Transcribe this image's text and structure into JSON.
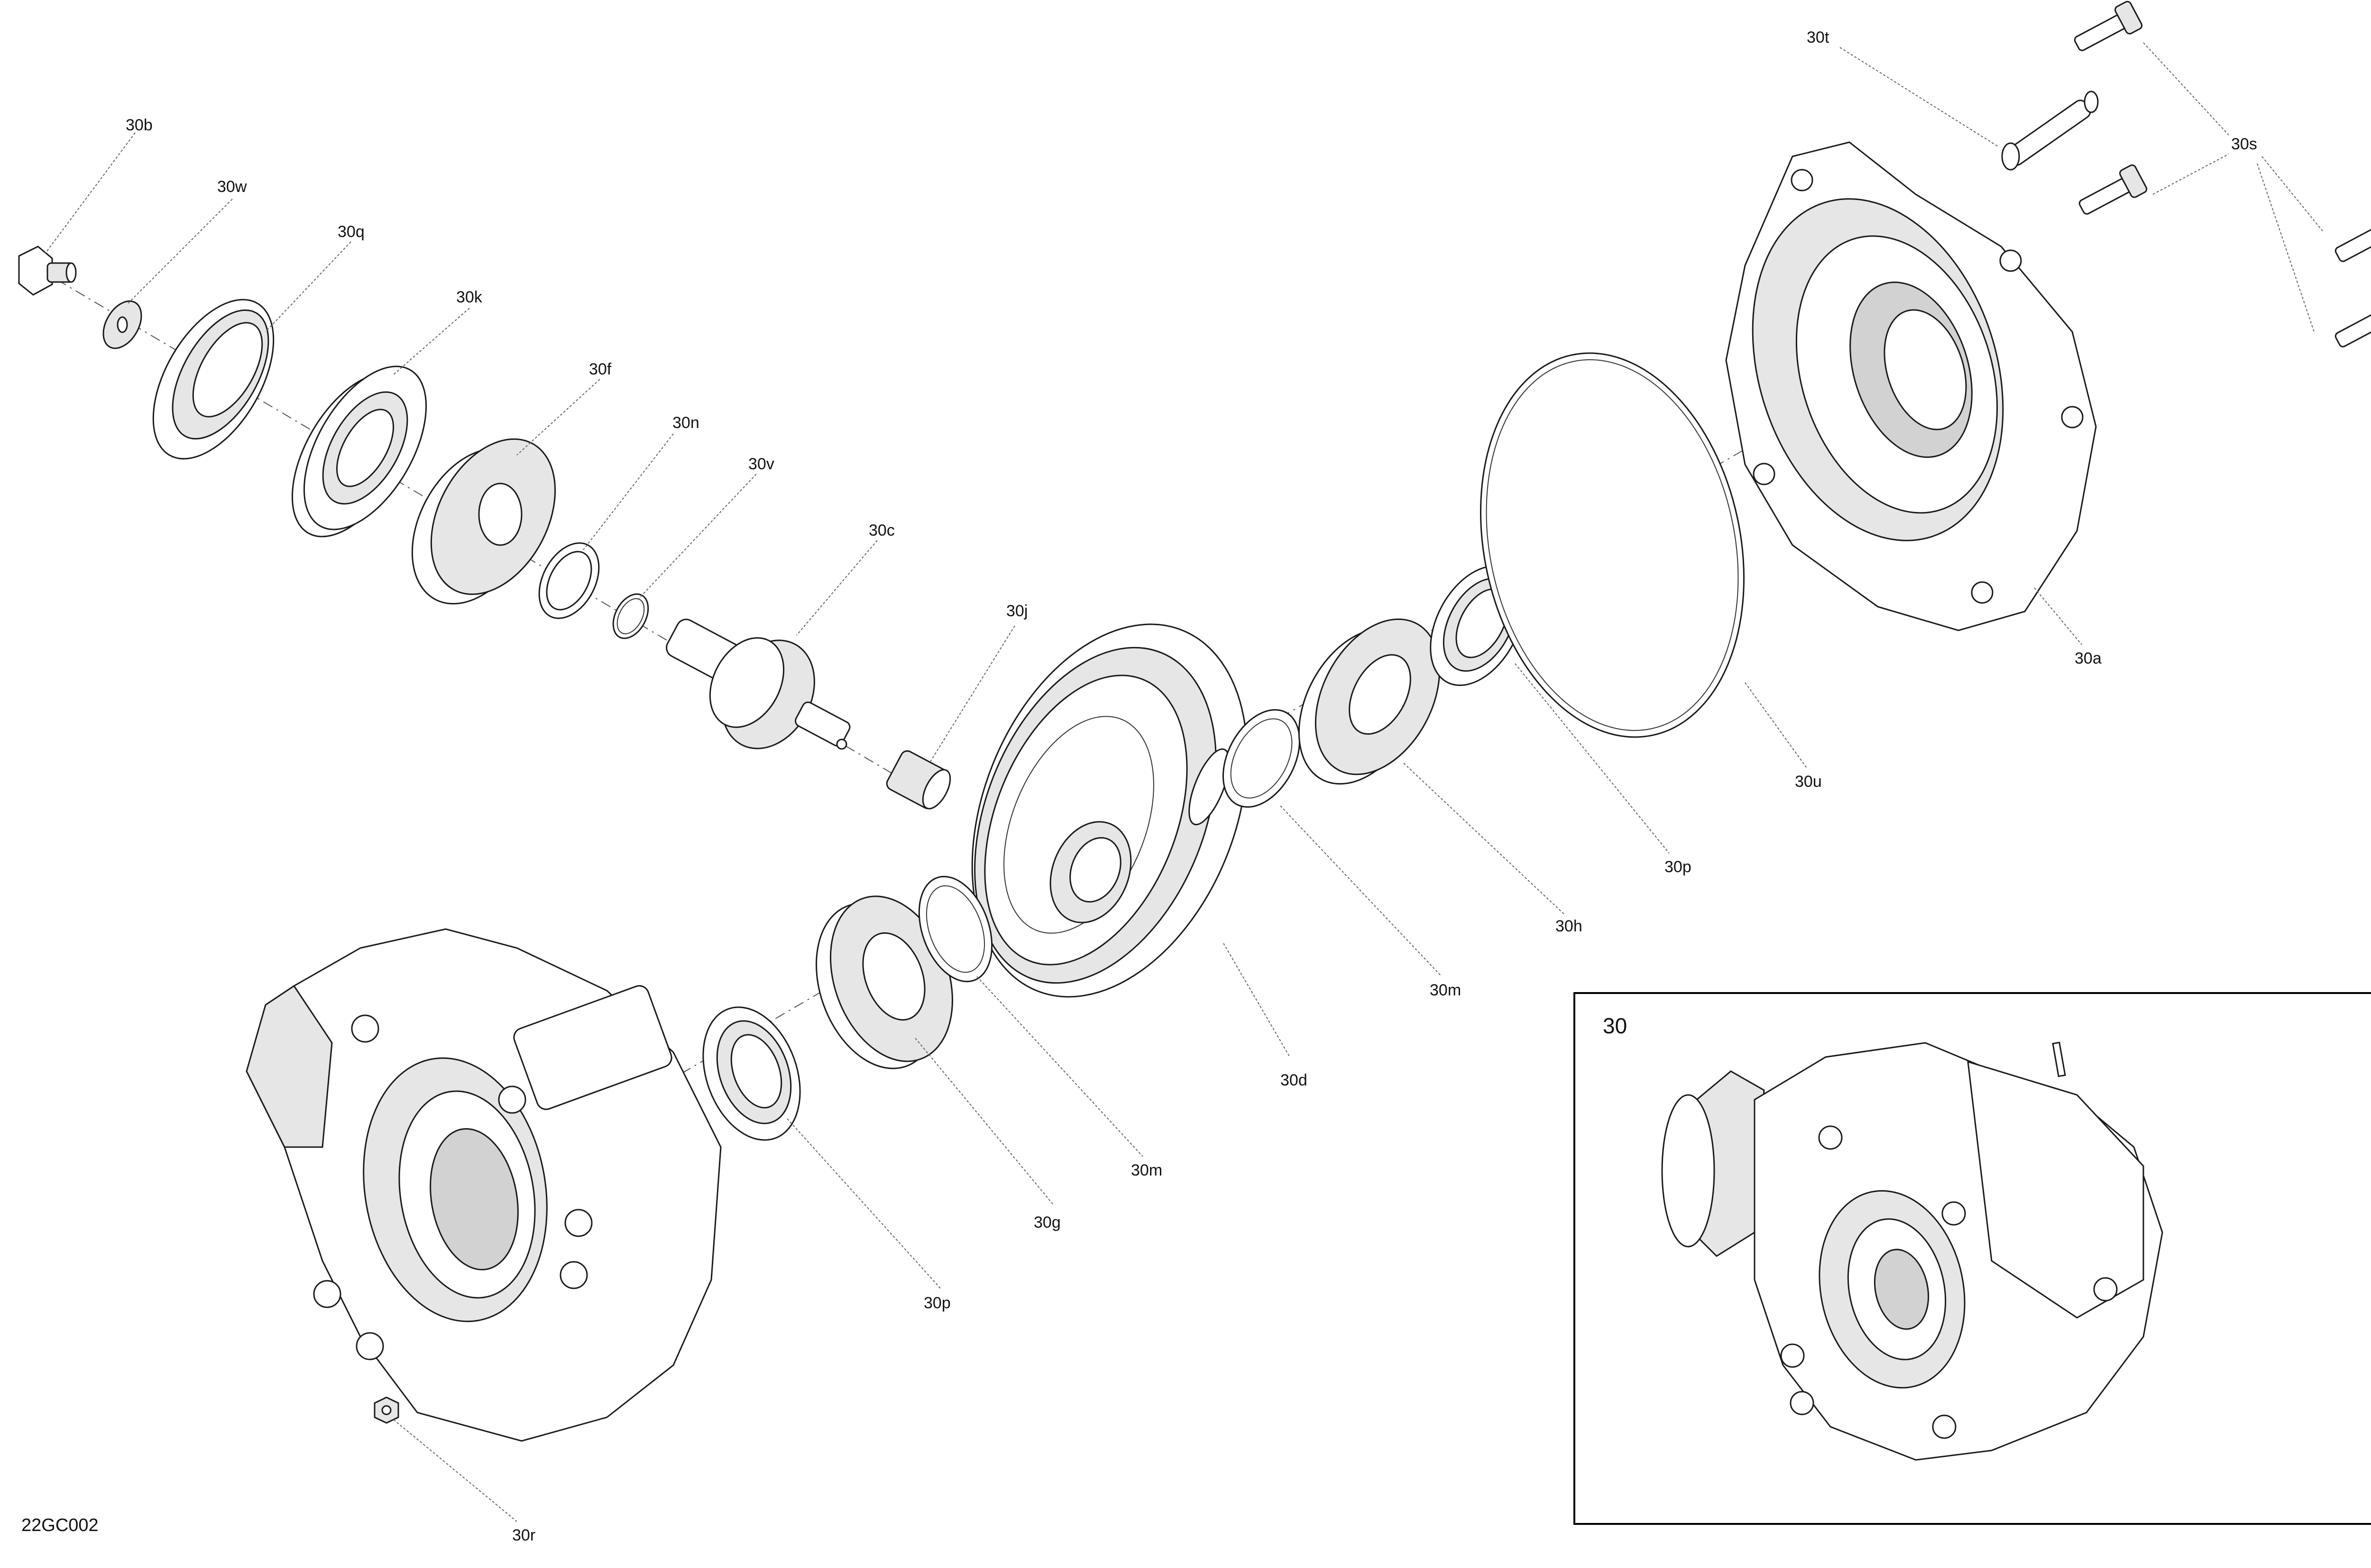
{
  "drawing_code": "22GC002",
  "assembly_label": "30",
  "callouts": {
    "c30a": "30a",
    "c30b": "30b",
    "c30c": "30c",
    "c30d": "30d",
    "c30f": "30f",
    "c30g": "30g",
    "c30h": "30h",
    "c30j": "30j",
    "c30k": "30k",
    "c30m_upper": "30m",
    "c30m_lower": "30m",
    "c30n": "30n",
    "c30p_upper": "30p",
    "c30p_lower": "30p",
    "c30q": "30q",
    "c30r": "30r",
    "c30s": "30s",
    "c30t": "30t",
    "c30u": "30u",
    "c30v": "30v",
    "c30w": "30w"
  }
}
